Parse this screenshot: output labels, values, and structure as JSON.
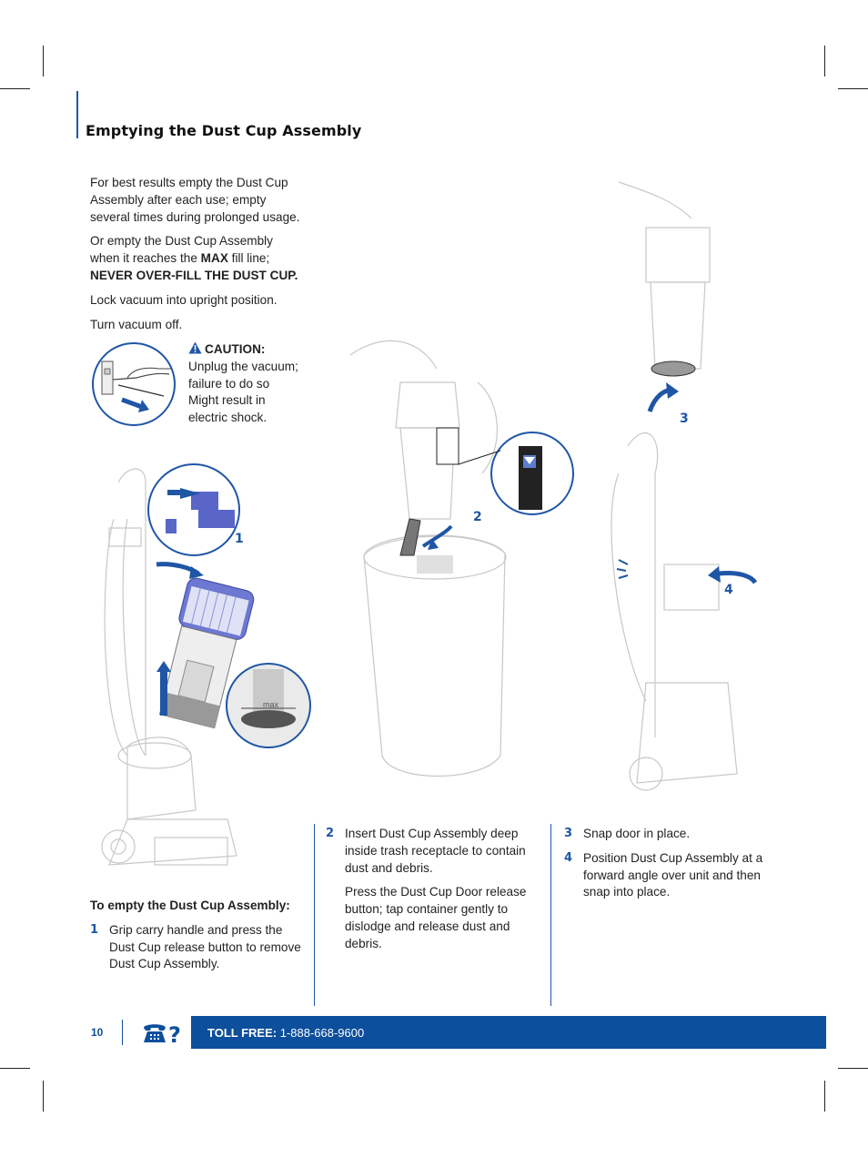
{
  "heading": "Emptying the Dust Cup Assembly",
  "intro": {
    "p1": "For best results empty the Dust Cup Assembly after each use; empty several times during prolonged usage.",
    "p2_a": "Or empty the Dust Cup Assembly when it reaches the ",
    "p2_max": "MAX",
    "p2_b": " fill line; ",
    "p2_never": "NEVER OVER-FILL THE DUST CUP.",
    "p3": "Lock vacuum into upright position.",
    "p4": "Turn vacuum off."
  },
  "caution": {
    "label": "CAUTION:",
    "text": "Unplug the vacuum; failure to do so Might result in electric shock."
  },
  "figure_labels": {
    "one": "1",
    "two": "2",
    "three": "3",
    "four": "4",
    "max_mark": "max"
  },
  "instructions": {
    "heading": "To empty the Dust Cup Assembly:",
    "step1_num": "1",
    "step1": "Grip carry handle and press the Dust Cup release button to remove Dust Cup Assembly.",
    "step2_num": "2",
    "step2": "Insert Dust Cup Assembly deep inside trash receptacle to contain dust and debris.",
    "step2b": "Press the Dust Cup Door release button; tap container gently to dislodge and release dust and debris.",
    "step3_num": "3",
    "step3": "Snap door in place.",
    "step4_num": "4",
    "step4": "Position Dust Cup Assembly at a forward angle over unit and then snap into place."
  },
  "footer": {
    "page": "10",
    "toll_label": "TOLL FREE:",
    "toll_number": "1-888-668-9600"
  },
  "colors": {
    "accent": "#1f56a5",
    "footer_bg": "#0c4f9c"
  }
}
